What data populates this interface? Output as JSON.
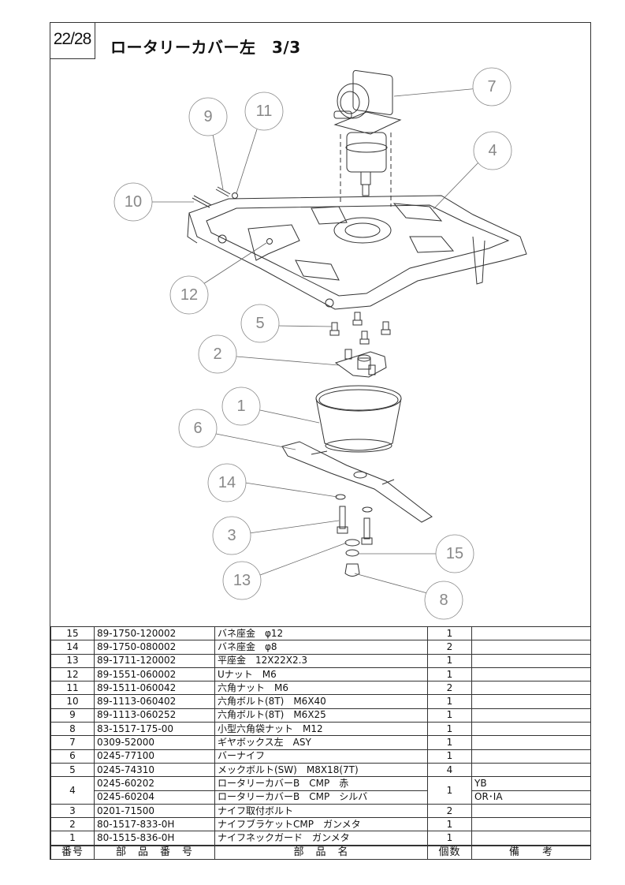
{
  "header": {
    "page_number": "22/28",
    "title": "ロータリーカバー左　3/3"
  },
  "diagram": {
    "callouts": [
      {
        "id": "1",
        "label": "1"
      },
      {
        "id": "2",
        "label": "2"
      },
      {
        "id": "3",
        "label": "3"
      },
      {
        "id": "4",
        "label": "4"
      },
      {
        "id": "5",
        "label": "5"
      },
      {
        "id": "6",
        "label": "6"
      },
      {
        "id": "7",
        "label": "7"
      },
      {
        "id": "8",
        "label": "8"
      },
      {
        "id": "9",
        "label": "9"
      },
      {
        "id": "10",
        "label": "10"
      },
      {
        "id": "11",
        "label": "11"
      },
      {
        "id": "12",
        "label": "12"
      },
      {
        "id": "13",
        "label": "13"
      },
      {
        "id": "14",
        "label": "14"
      },
      {
        "id": "15",
        "label": "15"
      }
    ]
  },
  "parts_table": {
    "columns": [
      "番号",
      "部　品　番　号",
      "部　品　名",
      "個数",
      "備　　考"
    ],
    "rows": [
      {
        "no": "15",
        "part_no": "89-1750-120002",
        "name": "バネ座金　φ12",
        "qty": "1",
        "remarks": ""
      },
      {
        "no": "14",
        "part_no": "89-1750-080002",
        "name": "バネ座金　φ8",
        "qty": "2",
        "remarks": ""
      },
      {
        "no": "13",
        "part_no": "89-1711-120002",
        "name": "平座金　12X22X2.3",
        "qty": "1",
        "remarks": ""
      },
      {
        "no": "12",
        "part_no": "89-1551-060002",
        "name": "Uナット　M6",
        "qty": "1",
        "remarks": ""
      },
      {
        "no": "11",
        "part_no": "89-1511-060042",
        "name": "六角ナット　M6",
        "qty": "2",
        "remarks": ""
      },
      {
        "no": "10",
        "part_no": "89-1113-060402",
        "name": "六角ボルト(8T)　M6X40",
        "qty": "1",
        "remarks": ""
      },
      {
        "no": "9",
        "part_no": "89-1113-060252",
        "name": "六角ボルト(8T)　M6X25",
        "qty": "1",
        "remarks": ""
      },
      {
        "no": "8",
        "part_no": "83-1517-175-00",
        "name": "小型六角袋ナット　M12",
        "qty": "1",
        "remarks": ""
      },
      {
        "no": "7",
        "part_no": "0309-52000",
        "name": "ギヤボックス左　ASY",
        "qty": "1",
        "remarks": ""
      },
      {
        "no": "6",
        "part_no": "0245-77100",
        "name": "バーナイフ",
        "qty": "1",
        "remarks": ""
      },
      {
        "no": "5",
        "part_no": "0245-74310",
        "name": "メックボルト(SW)　M8X18(7T)",
        "qty": "4",
        "remarks": ""
      },
      {
        "no": "4",
        "part_no": "0245-60202",
        "name": "ロータリーカバーB　CMP　赤",
        "qty": "1",
        "remarks": "YB",
        "sub": {
          "part_no": "0245-60204",
          "name": "ロータリーカバーB　CMP　シルバ",
          "remarks": "OR･IA"
        }
      },
      {
        "no": "3",
        "part_no": "0201-71500",
        "name": "ナイフ取付ボルト",
        "qty": "2",
        "remarks": ""
      },
      {
        "no": "2",
        "part_no": "80-1517-833-0H",
        "name": "ナイフブラケットCMP　ガンメタ",
        "qty": "1",
        "remarks": ""
      },
      {
        "no": "1",
        "part_no": "80-1515-836-0H",
        "name": "ナイフネックガード　ガンメタ",
        "qty": "1",
        "remarks": ""
      }
    ]
  }
}
